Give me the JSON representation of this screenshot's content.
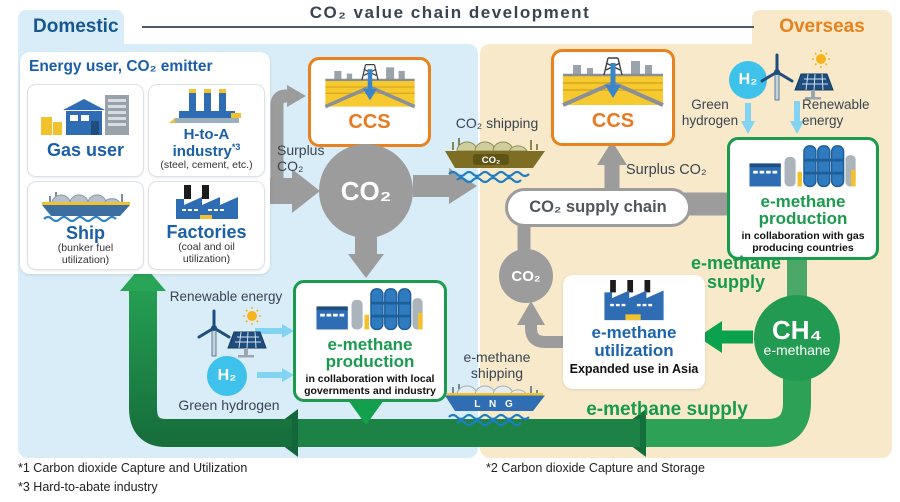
{
  "title": "CO₂ value chain development",
  "regions": {
    "domestic": "Domestic",
    "overseas": "Overseas"
  },
  "emitter": {
    "title": "Energy user, CO₂ emitter",
    "gas_user": {
      "label": "Gas user"
    },
    "h_to_a": {
      "label": "H-to-A",
      "label2": "industry",
      "ref": "*3",
      "sub": "(steel, cement, etc.)"
    },
    "ship": {
      "label": "Ship",
      "sub": "(bunker fuel utilization)"
    },
    "factories": {
      "label": "Factories",
      "sub": "(coal and oil utilization)"
    }
  },
  "ccs": {
    "label": "CCS"
  },
  "flows": {
    "surplus_left": "Surplus CO₂",
    "surplus_right": "Surplus CO₂",
    "co2_hub": "CO₂",
    "co2_small": "CO₂",
    "supply_chain": "CO₂ supply chain",
    "co2_shipping": "CO₂ shipping",
    "e_methane_shipping": "e-methane shipping",
    "supply_right": "e-methane supply",
    "supply_bottom": "e-methane supply"
  },
  "production_left": {
    "title": "e-methane production",
    "sub": "in collaboration with local governments and industry"
  },
  "production_right": {
    "title": "e-methane production",
    "sub": "in collaboration with gas producing countries"
  },
  "utilization": {
    "title": "e-methane utilization",
    "sub": "Expanded use in Asia"
  },
  "ch4": {
    "formula": "CH₄",
    "label": "e-methane"
  },
  "inputs_left": {
    "renewable": "Renewable energy",
    "hydrogen": "Green hydrogen",
    "h2": "H₂"
  },
  "inputs_right": {
    "renewable": "Renewable energy",
    "hydrogen": "Green hydrogen",
    "h2": "H₂"
  },
  "ships": {
    "co2_cargo": "CO₂",
    "lng_cargo": "L N G"
  },
  "footnotes": {
    "f1": "*1 Carbon dioxide Capture and Utilization",
    "f2": "*2 Carbon dioxide Capture and Storage",
    "f3": "*3 Hard-to-abate industry"
  },
  "colors": {
    "domestic_bg": "#d9edf8",
    "overseas_bg": "#f8e9ca",
    "domestic_text": "#17578f",
    "overseas_text": "#e8821e",
    "flow_gray": "#9c9c9c",
    "green": "#1b9b4e",
    "blue_label": "#1a5fa8",
    "cyan": "#3ec1ea",
    "ccs_orange": "#e8821e"
  }
}
